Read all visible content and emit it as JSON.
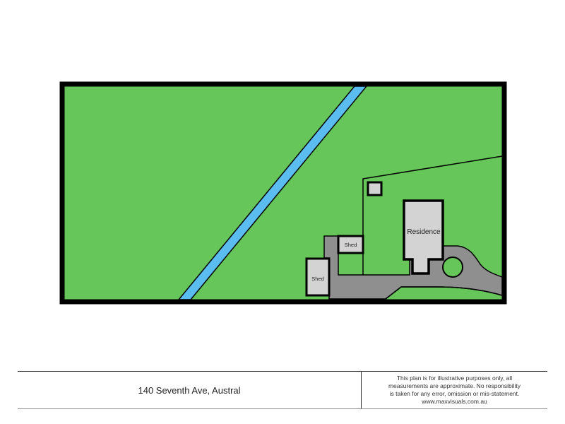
{
  "colors": {
    "lawn": "#66c659",
    "boundary": "#000000",
    "creek": "#5bbcf0",
    "driveway": "#8f8f8f",
    "building": "#d3d3d3"
  },
  "plan": {
    "labels": {
      "residence": "Residence",
      "shed_upper": "Shed",
      "shed_lower": "Shed"
    }
  },
  "footer": {
    "address": "140 Seventh Ave, Austral",
    "disclaimer_lines": [
      "This plan is for illustrative purposes only, all",
      "measurements are approximate. No responsibility",
      "is taken for any error, omission or mis-statement.",
      "www.maxvisuals.com.au"
    ]
  }
}
